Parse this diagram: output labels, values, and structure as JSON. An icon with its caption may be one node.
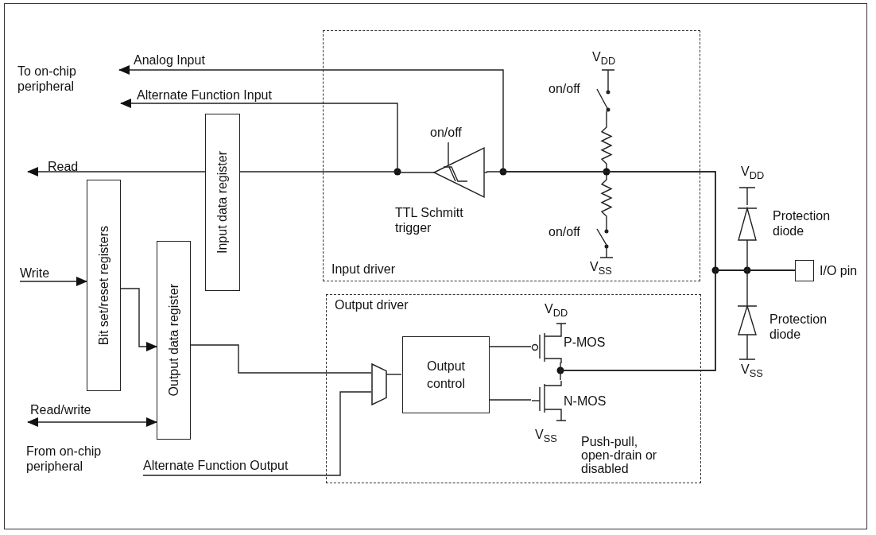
{
  "diagram": {
    "nodes": [
      {
        "text": [
          "Input driver"
        ]
      },
      {
        "text": [
          "Output driver",
          "Push-pull, open-drain or disabled"
        ]
      },
      {
        "text": [
          "Input data register"
        ]
      },
      {
        "text": [
          "Bit set/reset registers"
        ]
      },
      {
        "text": [
          "Output data register"
        ]
      },
      {
        "text": [
          "TTL Schmitt trigger"
        ],
        "beside": [
          "on/off"
        ],
        "in": 0
      },
      {
        "text": [],
        "shape": "trapezoid",
        "in": 1
      },
      {
        "text": [
          "Output control"
        ],
        "in": 1
      },
      {
        "text": [
          "P-MOS"
        ],
        "beside": [
          "V$_{DD}$"
        ],
        "in": 1
      },
      {
        "text": [
          "N-MOS"
        ],
        "beside": [
          "V$_{SS}$"
        ],
        "in": 1
      },
      {
        "text": [
          "Protection diode"
        ]
      },
      {
        "text": [
          "I/O pin"
        ]
      },
      {
        "text": [
          "Protection diode"
        ]
      }
    ],
    "edges": [
      {
        "from": 11,
        "to": null,
        "arrow": "to",
        "label": "Analog Input"
      },
      {
        "from": 5,
        "to": null,
        "arrow": "to",
        "label": "Alternate Function Input"
      },
      {
        "from": 11,
        "to": 5,
        "arrow": "none"
      },
      {
        "from": 5,
        "to": 2,
        "arrow": "none"
      },
      {
        "from": 2,
        "to": null,
        "arrow": "to",
        "label": "Read"
      },
      {
        "from": null,
        "to": 3,
        "arrow": "to",
        "label": "Write"
      },
      {
        "from": 3,
        "to": 4,
        "arrow": "to"
      },
      {
        "from": null,
        "to": 4,
        "arrow": "both",
        "label": "Read/write"
      },
      {
        "from": 4,
        "to": 6,
        "arrow": "none"
      },
      {
        "from": null,
        "to": 6,
        "arrow": "none",
        "label": "Alternate Function Output"
      },
      {
        "from": 6,
        "to": 7,
        "arrow": "none"
      },
      {
        "from": 7,
        "to": 8,
        "arrow": "none"
      },
      {
        "from": 7,
        "to": 9,
        "arrow": "none"
      },
      {
        "from": 8,
        "to": 11,
        "arrow": "none"
      },
      {
        "from": 9,
        "to": 11,
        "arrow": "none"
      },
      {
        "from": 10,
        "to": 11,
        "arrow": "none"
      },
      {
        "from": 12,
        "to": 11,
        "arrow": "none"
      }
    ],
    "labels": [
      "To on-chip peripheral",
      "V$_{DD}$",
      "on/off",
      "V$_{DD}$",
      "on/off",
      "V$_{SS}$",
      "V$_{SS}$",
      "From on-chip peripheral"
    ]
  }
}
